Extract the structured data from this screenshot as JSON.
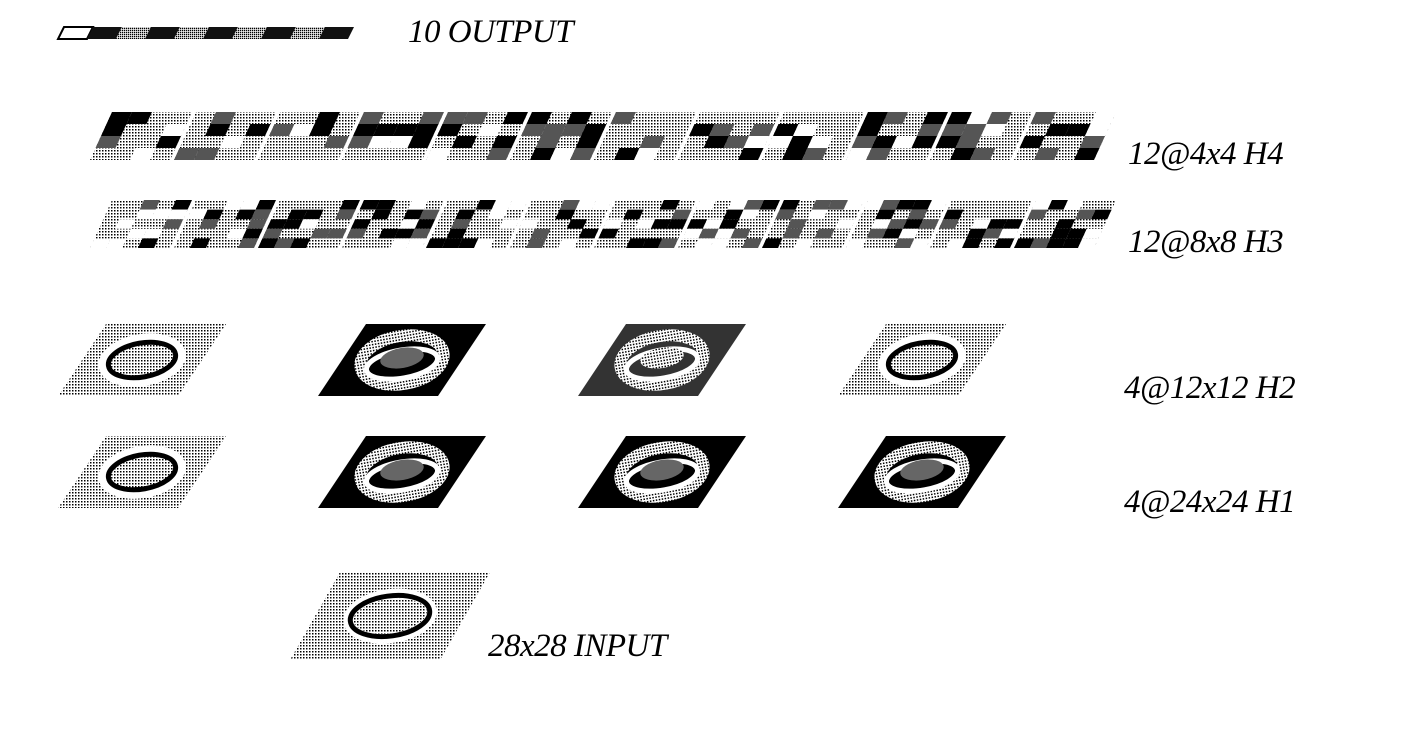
{
  "diagram": {
    "layers": {
      "output": {
        "label": "10 OUTPUT",
        "units": 10,
        "resolution": 1
      },
      "h4": {
        "label": "12@4x4 H4",
        "maps": 12,
        "resolution": 4
      },
      "h3": {
        "label": "12@8x8 H3",
        "maps": 12,
        "resolution": 8
      },
      "h2": {
        "label": "4@12x12 H2",
        "maps": 4,
        "resolution": 12
      },
      "h1": {
        "label": "4@24x24 H1",
        "maps": 4,
        "resolution": 24
      },
      "input": {
        "label": "28x28 INPUT",
        "maps": 1,
        "resolution": 28
      }
    },
    "map_tone": {
      "h2": [
        "light",
        "dark",
        "medium",
        "light"
      ],
      "h1": [
        "light",
        "dark",
        "dark",
        "dark"
      ]
    }
  },
  "colors": {
    "ink": "#000000",
    "paper": "#ffffff"
  }
}
